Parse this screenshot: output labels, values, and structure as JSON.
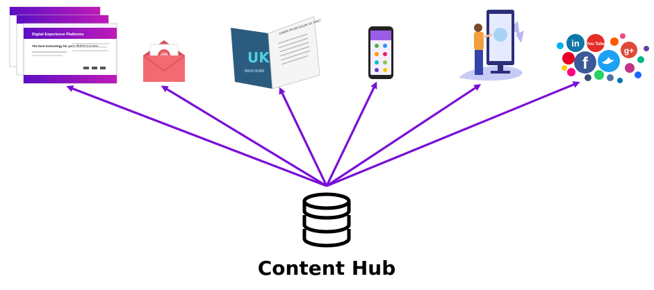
{
  "diagram": {
    "hub_label": "Content Hub",
    "arrow_color": "#7a0fd6",
    "channels": [
      {
        "id": "website",
        "icon": "webpage-stack-icon"
      },
      {
        "id": "email",
        "icon": "email-envelope-icon"
      },
      {
        "id": "brochure",
        "icon": "brochure-icon"
      },
      {
        "id": "mobile-app",
        "icon": "smartphone-icon"
      },
      {
        "id": "digital-kiosk",
        "icon": "kiosk-icon"
      },
      {
        "id": "social-media",
        "icon": "social-media-cluster-icon"
      }
    ]
  },
  "website_preview": {
    "banner_title": "Digital Experience Platforms",
    "headline": "The best technology for your digital success"
  },
  "brochure": {
    "cover_logo": "UK",
    "cover_word": "BROCHURE",
    "page_heading": "LOREM IPSUM DOLOR SIT AMET"
  },
  "email": {
    "symbol": "@"
  },
  "social": {
    "linkedin": "in",
    "youtube": "You Tube",
    "googleplus": "g+",
    "facebook": "f"
  }
}
